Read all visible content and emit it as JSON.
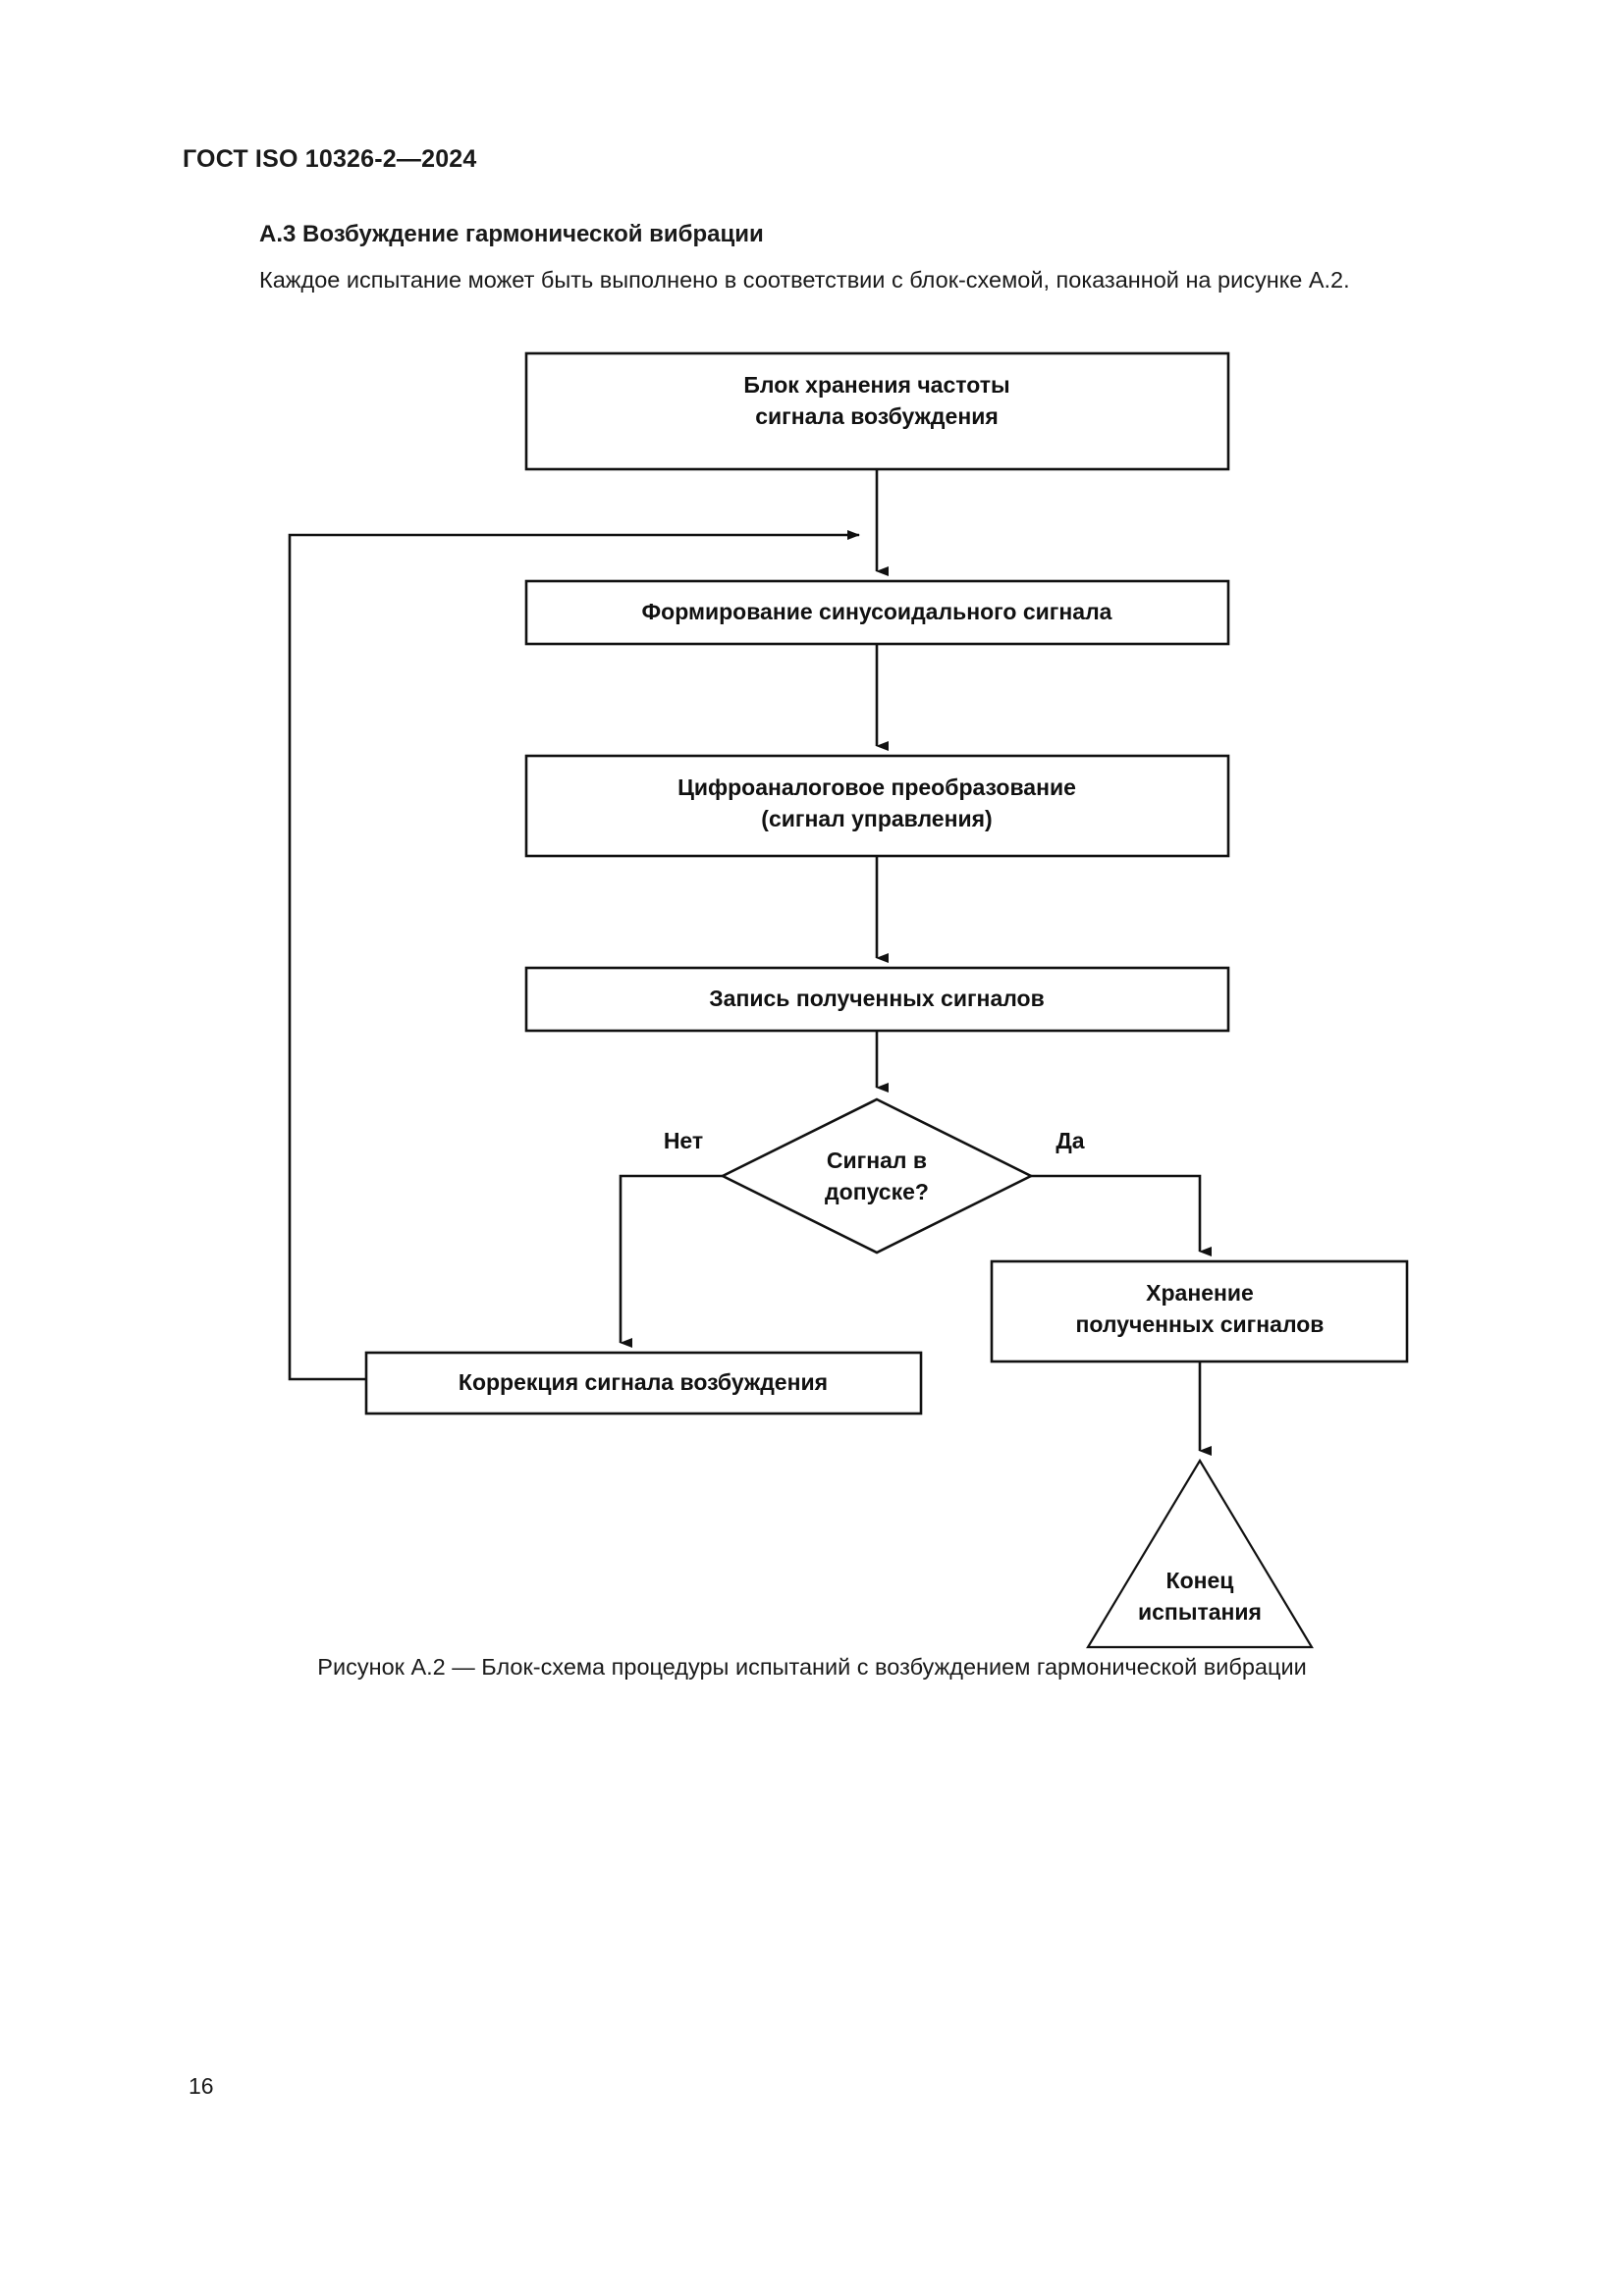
{
  "document": {
    "running_head": "ГОСТ ISO 10326-2—2024",
    "page_number": "16"
  },
  "section": {
    "heading": "А.3 Возбуждение гармонической вибрации",
    "paragraph": "Каждое испытание может быть выполнено в соответствии с блок-схемой, показанной на рисунке А.2."
  },
  "figure": {
    "caption": "Рисунок А.2 — Блок-схема процедуры испытаний с возбуждением гармонической вибрации",
    "nodes": {
      "store_frequency": {
        "type": "process",
        "line1": "Блок хранения частоты",
        "line2": "сигнала возбуждения"
      },
      "generate_sine": {
        "type": "process",
        "line1": "Формирование синусоидального сигнала"
      },
      "dac": {
        "type": "process",
        "line1": "Цифроаналоговое преобразование",
        "line2": "(сигнал управления)"
      },
      "record_signals": {
        "type": "process",
        "line1": "Запись полученных сигналов"
      },
      "decision_tolerance": {
        "type": "decision",
        "line1": "Сигнал в",
        "line2": "допуске?"
      },
      "store_signals": {
        "type": "process",
        "line1": "Хранение",
        "line2": "полученных сигналов"
      },
      "correct_signal": {
        "type": "process",
        "line1": "Коррекция сигнала возбуждения"
      },
      "end_test": {
        "type": "terminator-triangle",
        "line1": "Конец",
        "line2": "испытания"
      }
    },
    "branch_labels": {
      "no": "Нет",
      "yes": "Да"
    },
    "colors": {
      "stroke": "#111111",
      "fill": "#ffffff",
      "text": "#111111"
    }
  }
}
